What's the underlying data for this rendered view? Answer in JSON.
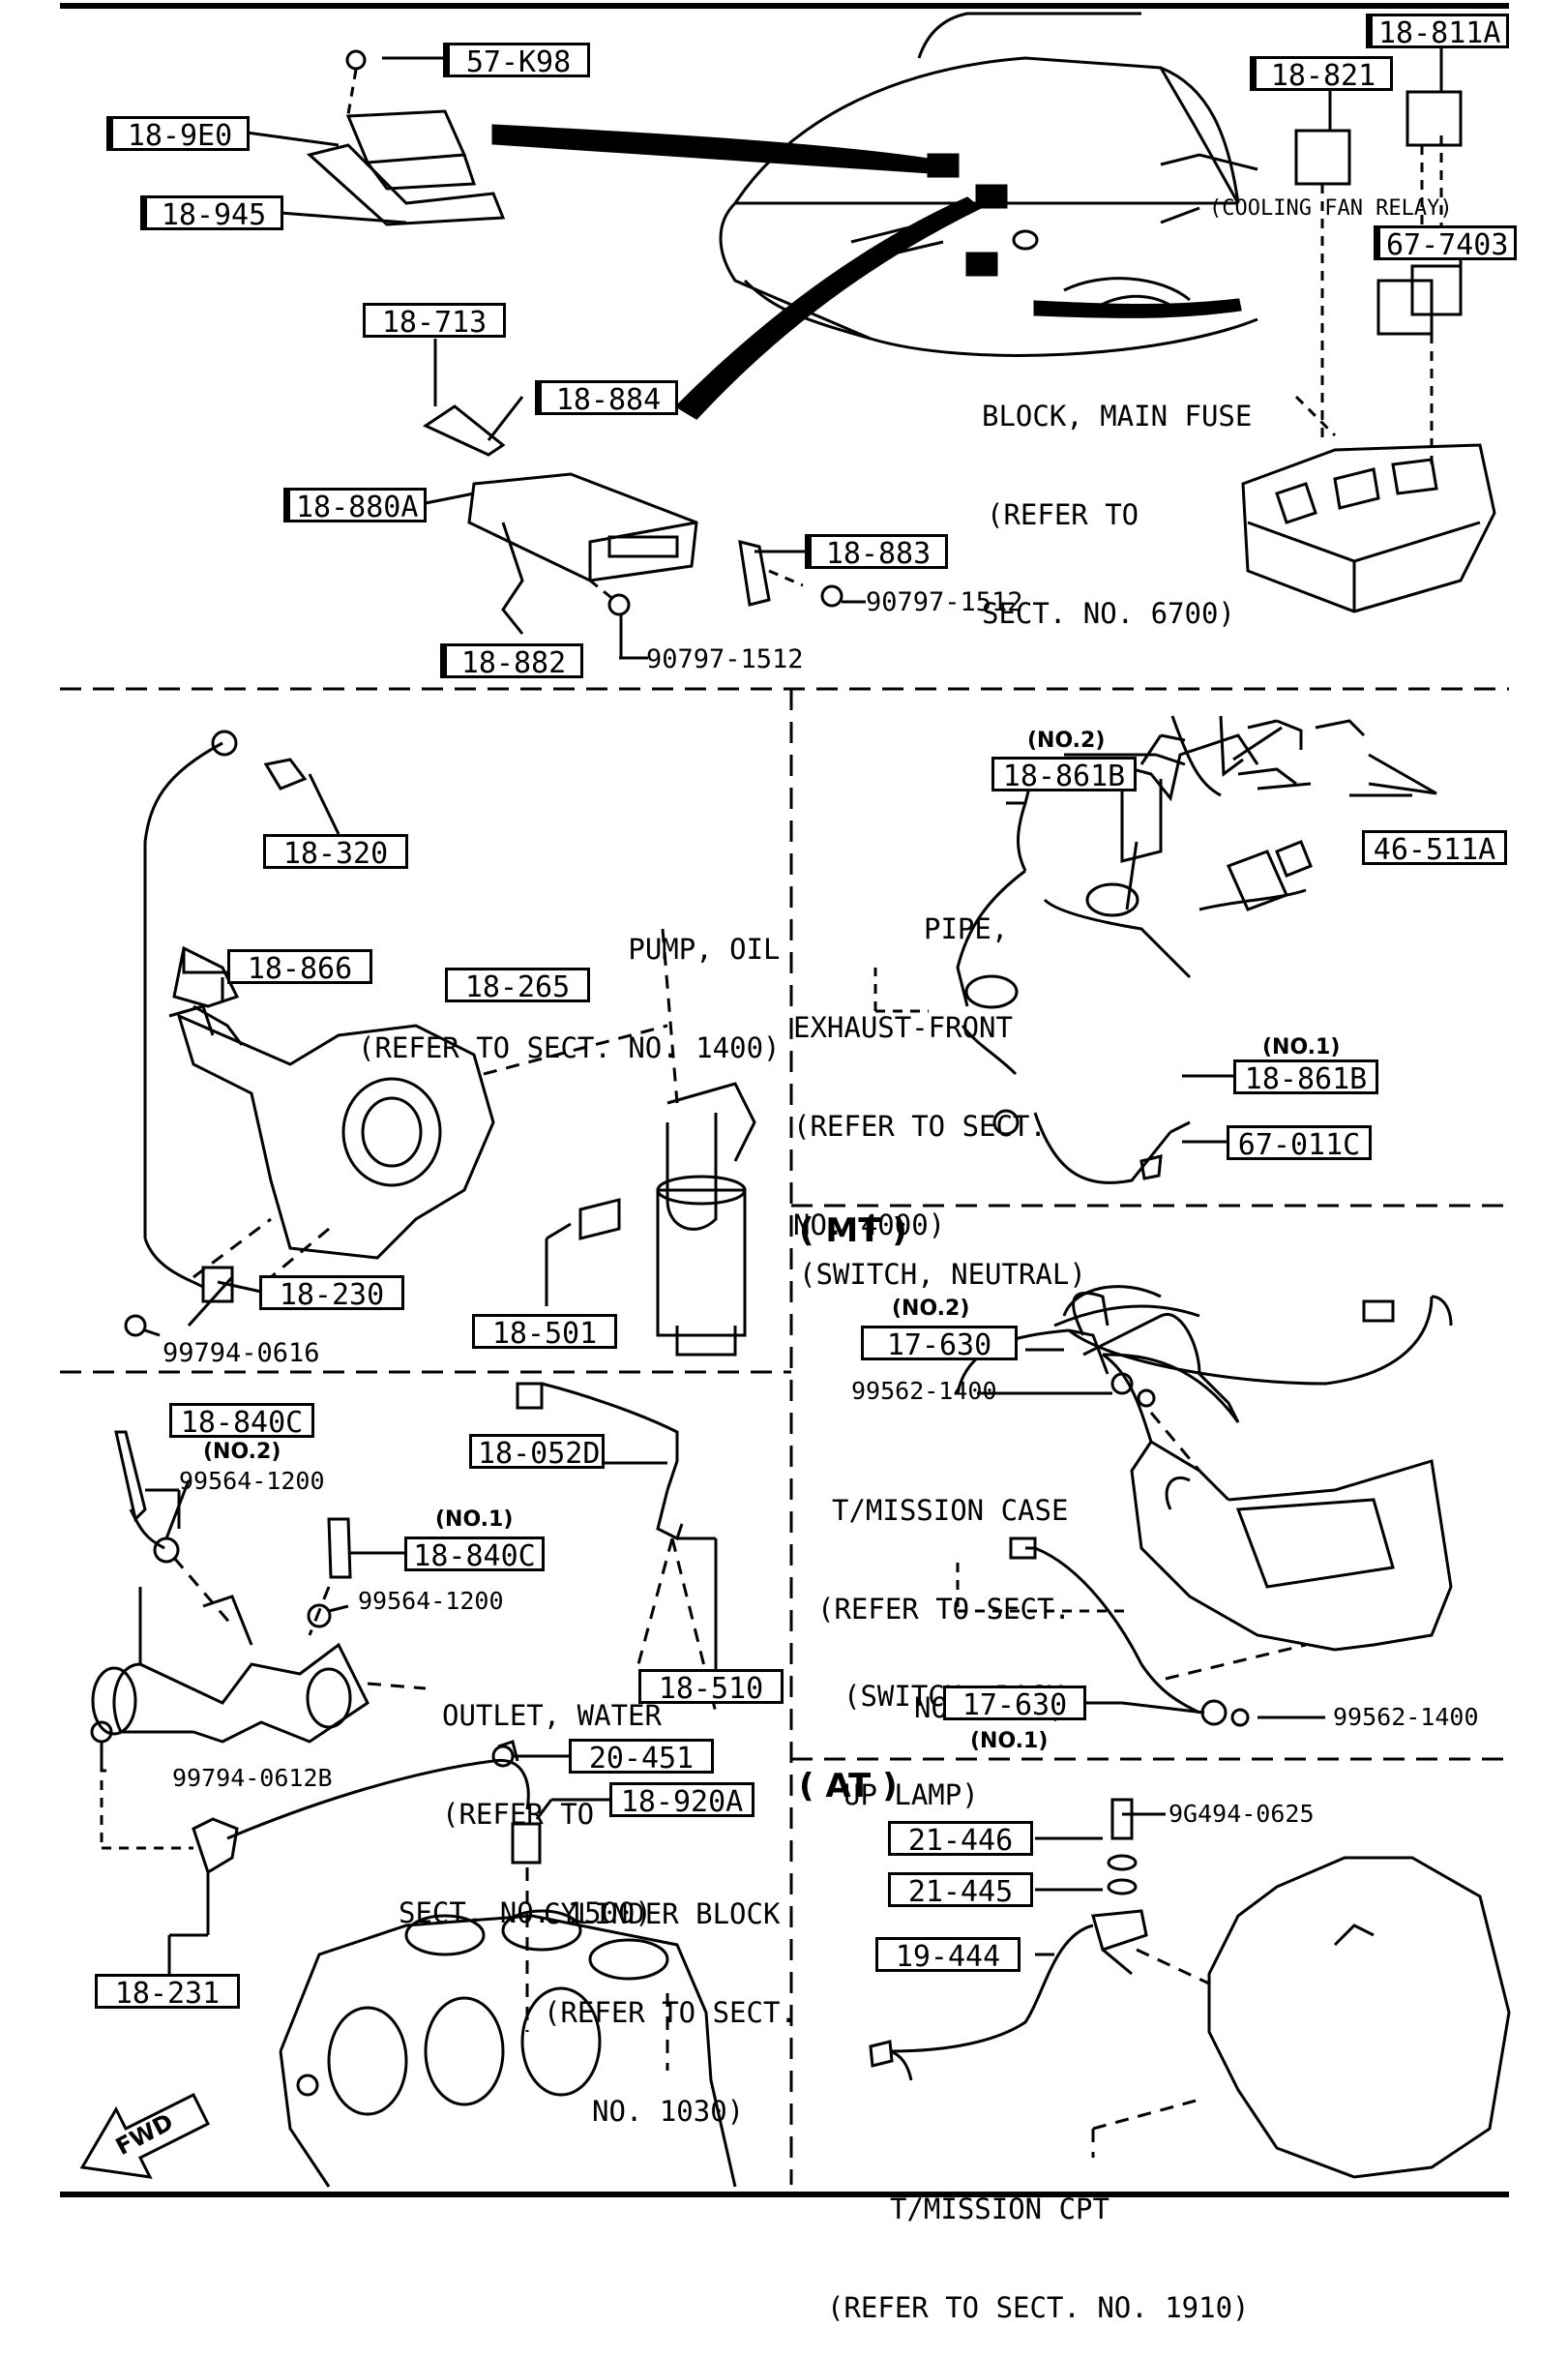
{
  "top": {
    "callouts": {
      "c57k98": "57-K98",
      "c189e0": "18-9E0",
      "c18945": "18-945",
      "c18713": "18-713",
      "c18884": "18-884",
      "c18880a": "18-880A",
      "c18883": "18-883",
      "c18882": "18-882",
      "c18811a": "18-811A",
      "c18821": "18-821",
      "c677403": "67-7403"
    },
    "bolt_a": "90797-1512",
    "bolt_b": "90797-1512",
    "relay_note": "(COOLING FAN RELAY)",
    "fuse_note": [
      "BLOCK, MAIN FUSE",
      "(REFER TO",
      "SECT. NO. 6700)"
    ]
  },
  "oilpump": {
    "callouts": {
      "c18320": "18-320",
      "c18866": "18-866",
      "c18265": "18-265",
      "c18230": "18-230",
      "c18501": "18-501"
    },
    "bolt": "99794-0616",
    "note": [
      "PUMP, OIL",
      "(REFER TO SECT. NO. 1400)"
    ]
  },
  "exhaust": {
    "no2": "(NO.2)",
    "no1": "(NO.1)",
    "callouts": {
      "c18861b_a": "18-861B",
      "c18861b_b": "18-861B",
      "c46511a": "46-511A",
      "c67011c": "67-011C"
    },
    "note": [
      "PIPE,",
      "EXHAUST-FRONT",
      "(REFER TO SECT.",
      "NO. 4000)"
    ]
  },
  "water": {
    "no2": "(NO.2)",
    "no1": "(NO.1)",
    "callouts": {
      "c18840c_a": "18-840C",
      "c18840c_b": "18-840C",
      "c18052d": "18-052D",
      "c18510": "18-510",
      "c20451": "20-451",
      "c18920a": "18-920A",
      "c18231": "18-231"
    },
    "washer_a": "99564-1200",
    "washer_b": "99564-1200",
    "bolt": "99794-0612B",
    "outlet_note": [
      "OUTLET, WATER",
      "(REFER TO",
      "SECT. NO. 1500)"
    ],
    "cyl_note": [
      "CYLINDER BLOCK",
      "(REFER TO SECT.",
      "NO. 1030)"
    ],
    "fwd": "FWD"
  },
  "mt": {
    "header": "( MT )",
    "switch_neutral": "(SWITCH, NEUTRAL)",
    "no2": "(NO.2)",
    "no1": "(NO.1)",
    "callouts": {
      "c17630_a": "17-630",
      "c17630_b": "17-630"
    },
    "washer_a": "99562-1400",
    "washer_b": "99562-1400",
    "case_note": [
      "T/MISSION CASE",
      "(REFER TO SECT.",
      "NO. 1700)"
    ],
    "backup_note": [
      "(SWITCH, BACK",
      "UP LAMP)"
    ]
  },
  "at": {
    "header": "( AT )",
    "callouts": {
      "c21446": "21-446",
      "c21445": "21-445",
      "c19444": "19-444"
    },
    "bolt": "9G494-0625",
    "note": [
      "T/MISSION CPT",
      "(REFER TO SECT. NO. 1910)"
    ]
  }
}
